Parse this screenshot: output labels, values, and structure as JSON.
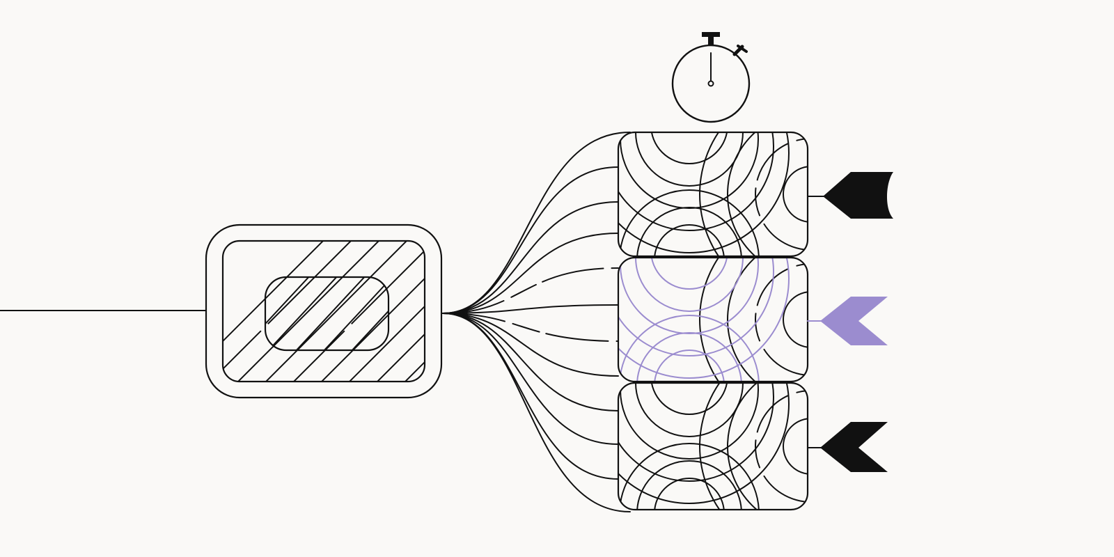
{
  "colors": {
    "background": "#faf9f7",
    "ink": "#111111",
    "accent": "#9b8ccf"
  },
  "icons": {
    "source": "input-line",
    "router": "hatched-router-block-icon",
    "timer": "stopwatch-icon",
    "branches": [
      "fanout-branch-lines"
    ],
    "outputs": [
      {
        "name": "output-block-top",
        "marker": "flag-arrow-icon",
        "highlighted": false
      },
      {
        "name": "output-block-middle",
        "marker": "chevron-arrow-icon",
        "highlighted": true
      },
      {
        "name": "output-block-bottom",
        "marker": "chevron-arrow-icon",
        "highlighted": false
      }
    ]
  }
}
